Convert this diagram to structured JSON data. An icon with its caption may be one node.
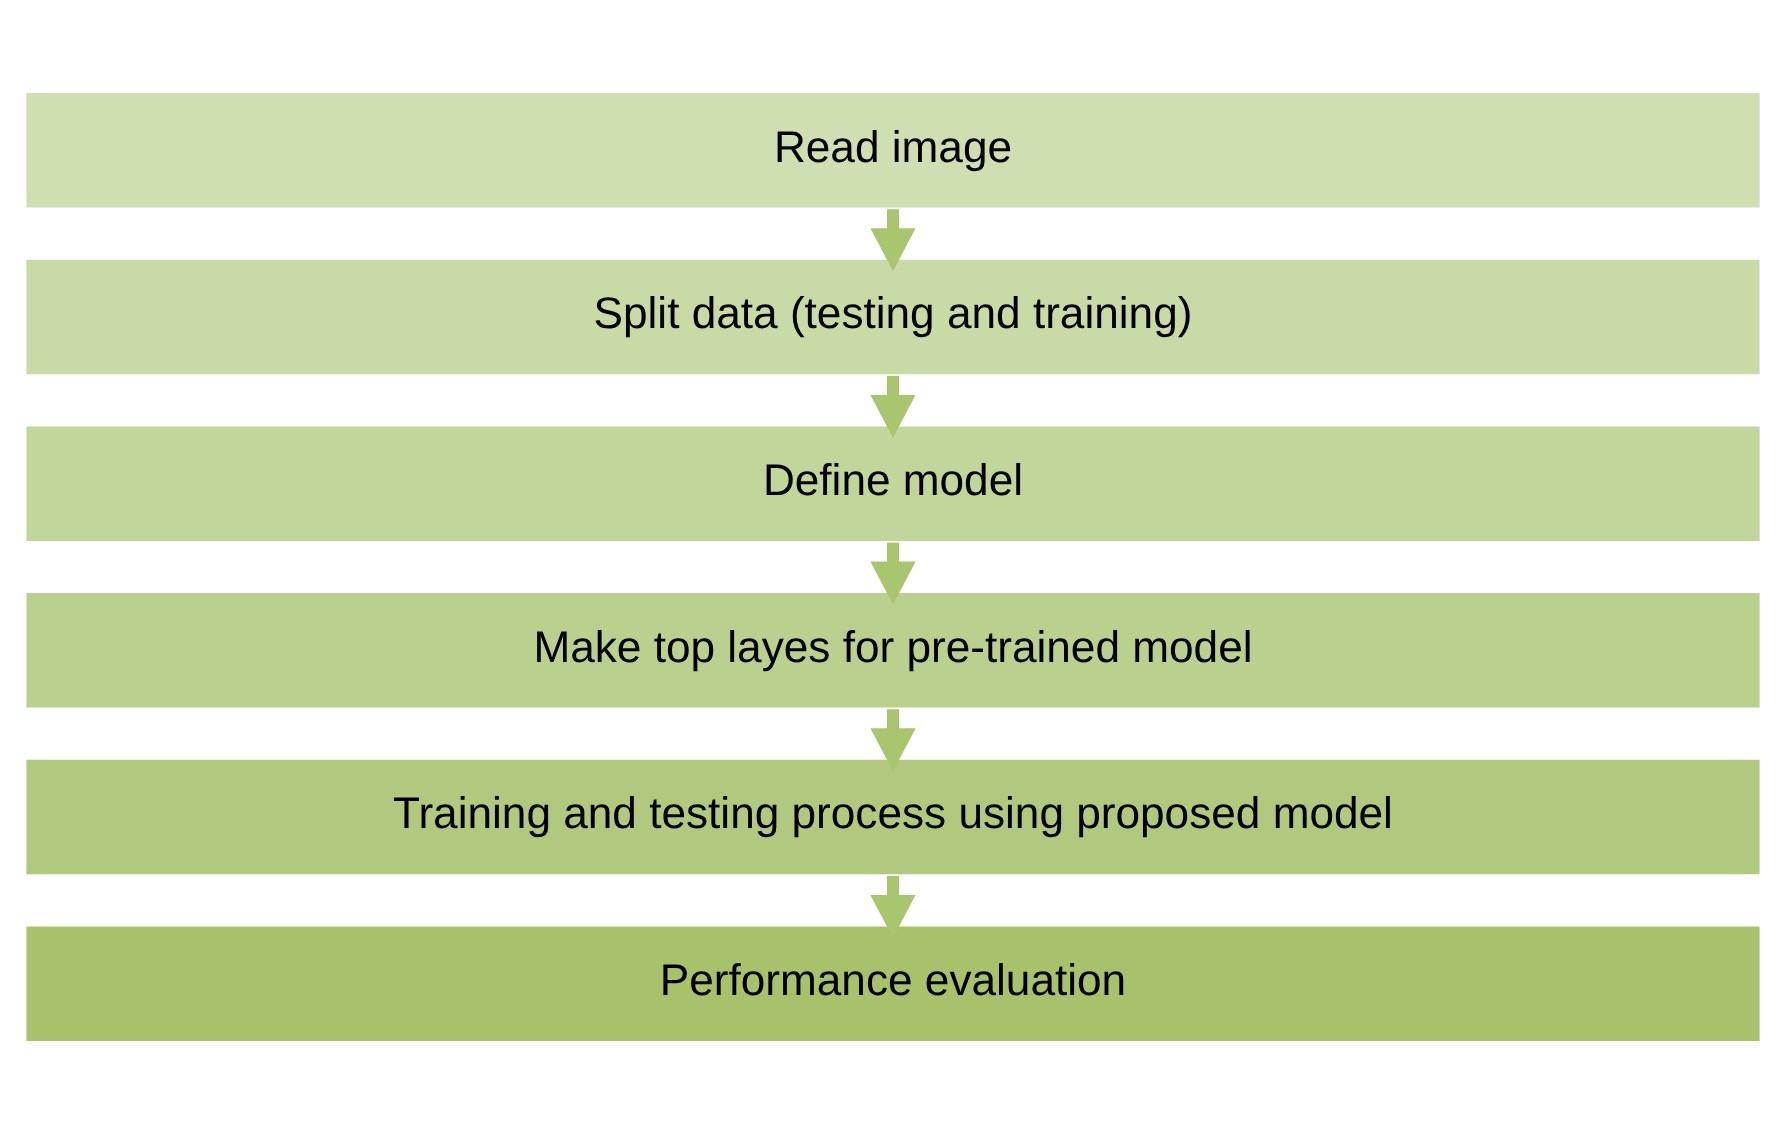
{
  "diagram": {
    "nodes": [
      {
        "text": [
          "Read image"
        ]
      },
      {
        "text": [
          "Split data (testing and training)"
        ]
      },
      {
        "text": [
          "Define model"
        ]
      },
      {
        "text": [
          "Make top layes for pre-trained model"
        ]
      },
      {
        "text": [
          "Training and testing process using proposed model"
        ]
      },
      {
        "text": [
          "Performance evaluation"
        ]
      }
    ],
    "edges": [
      {
        "from": 0,
        "to": 1,
        "arrow": "to"
      },
      {
        "from": 1,
        "to": 2,
        "arrow": "to"
      },
      {
        "from": 2,
        "to": 3,
        "arrow": "to"
      },
      {
        "from": 3,
        "to": 4,
        "arrow": "to"
      },
      {
        "from": 4,
        "to": 5,
        "arrow": "to"
      }
    ]
  }
}
